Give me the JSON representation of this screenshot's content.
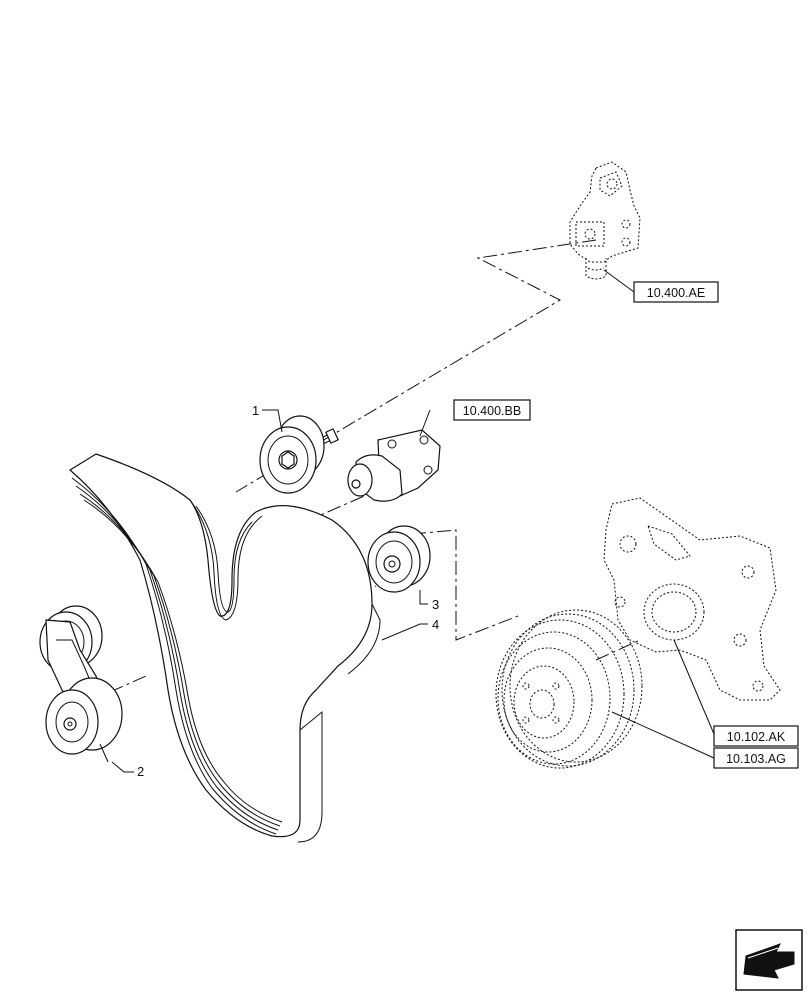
{
  "callouts": {
    "item_1": "1",
    "item_2": "2",
    "item_3": "3",
    "item_4": "4"
  },
  "references": {
    "water_pump": "10.400.AE",
    "thermostat": "10.400.BB",
    "front_cover": "10.102.AK",
    "damper": "10.103.AG"
  },
  "icons": {
    "navigation": "arrow-icon"
  }
}
